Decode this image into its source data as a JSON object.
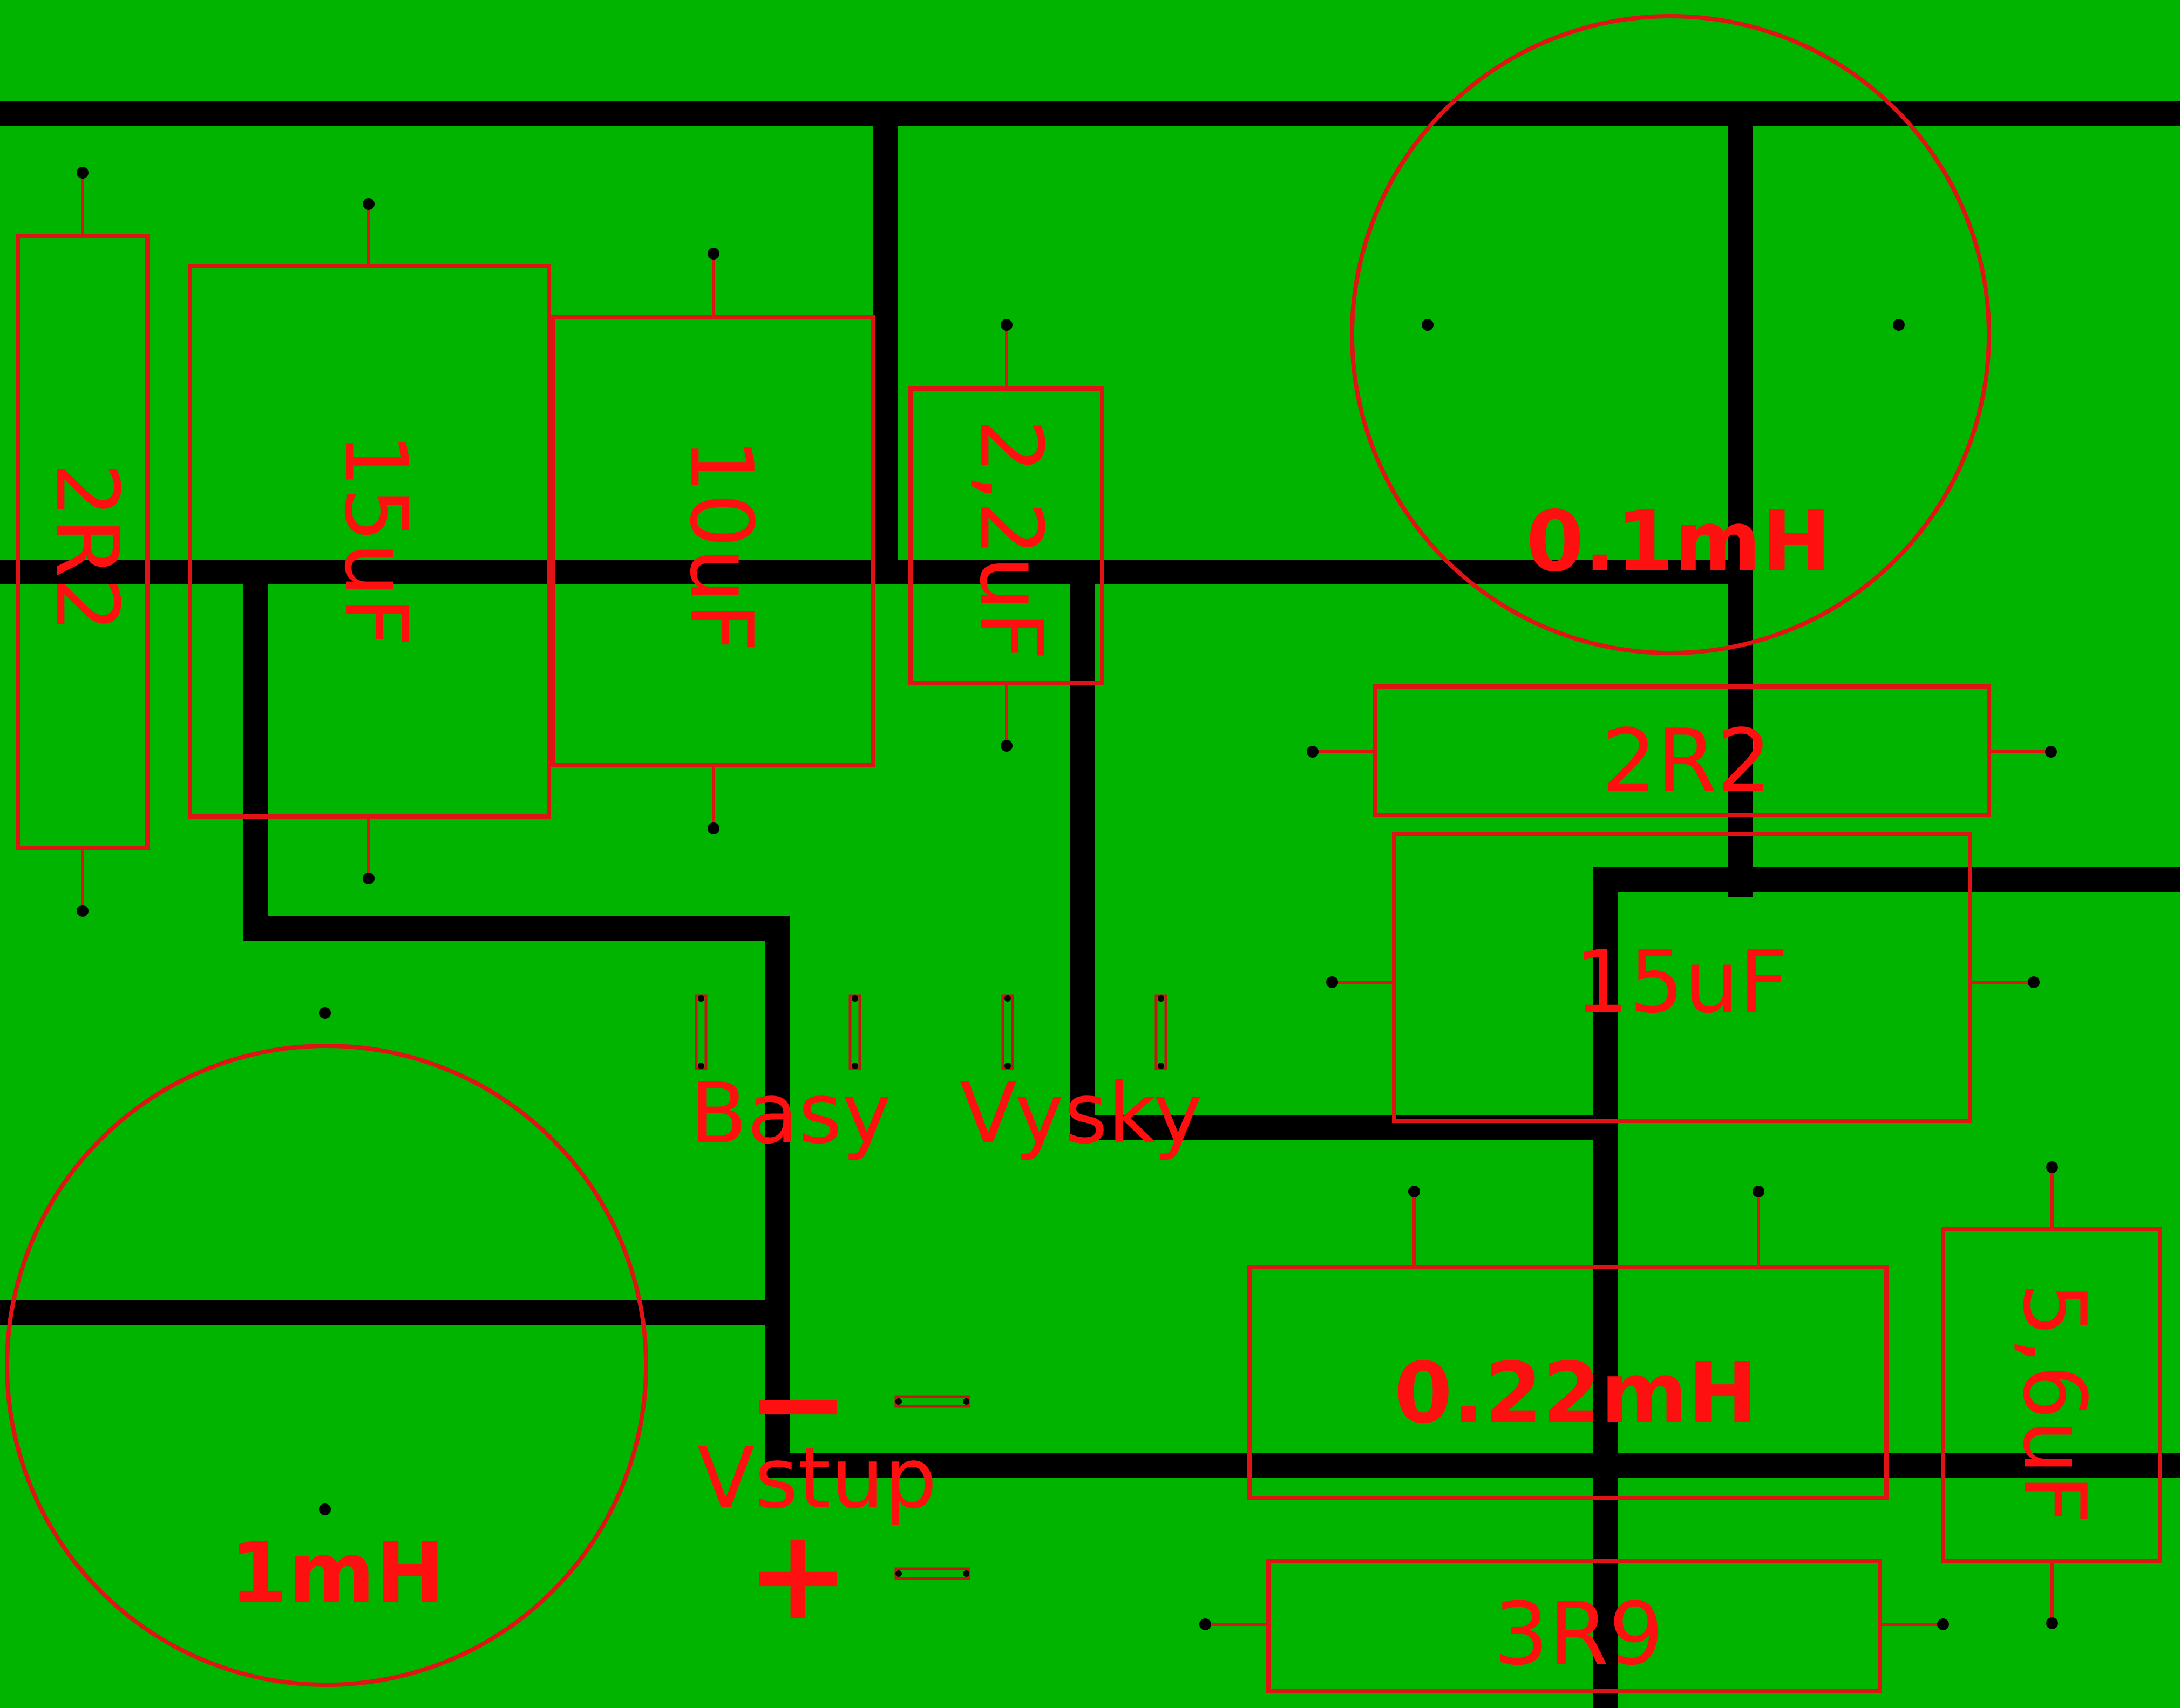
{
  "components": {
    "r_left": "2R2",
    "c_15uf_left": "15uF",
    "c_10uf": "10uF",
    "c_2_2uf": "2,2uF",
    "l_01mh": "0.1mH",
    "r_2r2_right": "2R2",
    "c_15uf_right": "15uF",
    "l_1mh": "1mH",
    "l_022mh": "0.22mH",
    "c_5_6uf": "5,6uF",
    "r_3r9": "3R9"
  },
  "connectors": {
    "basy": "Basy",
    "vysky": "Vysky",
    "vstup": "Vstup",
    "minus": "−",
    "plus": "+"
  },
  "colors": {
    "board": "#00b400",
    "silkscreen": "#ff1010",
    "copper_trace": "#000000"
  }
}
